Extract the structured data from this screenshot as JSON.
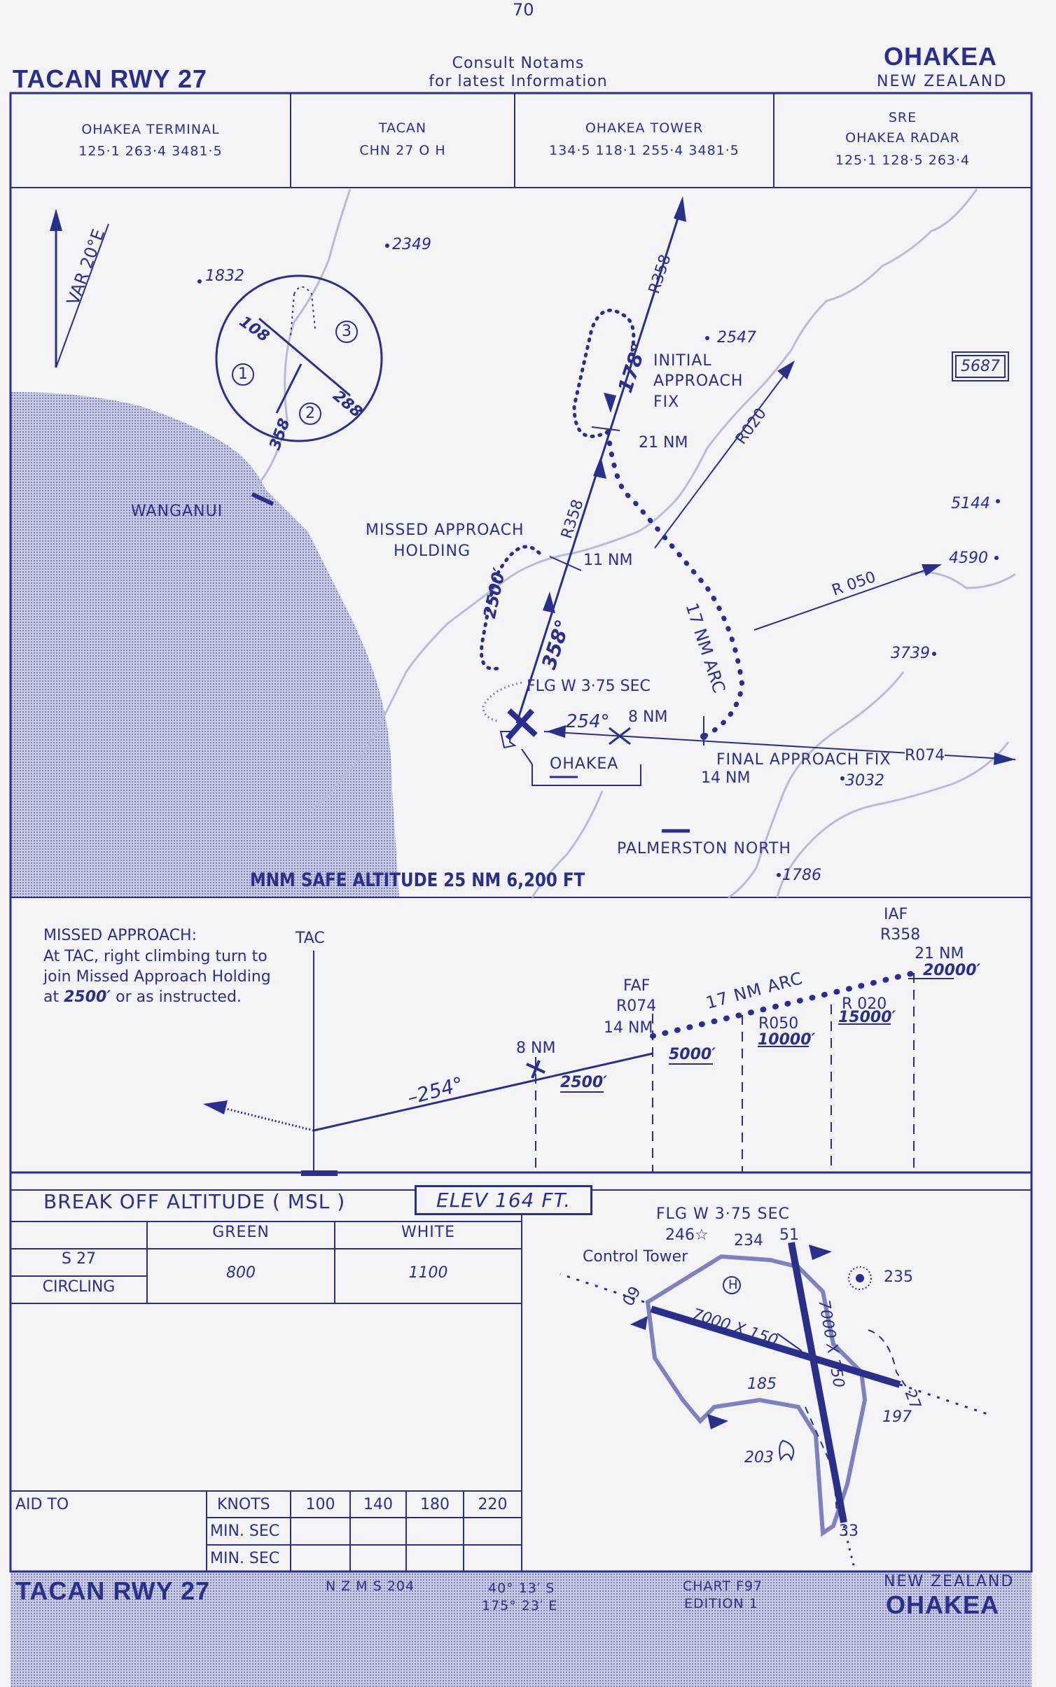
{
  "page_number": "70",
  "header": {
    "title": "TACAN RWY 27",
    "notice_line1": "Consult   Notams",
    "notice_line2": "for  latest  Information",
    "airport": "OHAKEA",
    "country": "NEW ZEALAND"
  },
  "comms": [
    {
      "name": "OHAKEA    TERMINAL",
      "freq": "125·1   263·4   3481·5"
    },
    {
      "name": "TACAN",
      "freq": "CHN  27   O H"
    },
    {
      "name": "OHAKEA   TOWER",
      "freq": "134·5  118·1  255·4  3481·5"
    },
    {
      "name": "SRE",
      "name2": "OHAKEA    RADAR",
      "freq": "125·1    128·5    263·4"
    }
  ],
  "plan": {
    "variation": "VAR 20°E",
    "holding_inset": {
      "track1": "108",
      "track2": "358",
      "track3": "288",
      "step1": "1",
      "step2": "2",
      "step3": "3"
    },
    "spot_heights": [
      "2349",
      "1832",
      "2547",
      "5687",
      "5144",
      "4590",
      "3739",
      "3032",
      "1786"
    ],
    "wanganui": "WANGANUI",
    "initial_fix_1": "INITIAL",
    "initial_fix_2": "APPROACH",
    "initial_fix_3": "FIX",
    "nm21": "21 NM",
    "nm11": "11 NM",
    "missed_holding_1": "MISSED APPROACH",
    "missed_holding_2": "HOLDING",
    "r358": "R358",
    "r020": "R020",
    "r050": "R 050",
    "r074": "R074",
    "crs178": "178°",
    "crs358": "358°",
    "alt2500": "2500′",
    "arc17": "17 NM ARC",
    "flg": "FLG W 3·75 SEC",
    "crs254": "254°",
    "nm8": "8 NM",
    "ohakea": "OHAKEA",
    "faf_1": "FINAL APPROACH FIX",
    "faf_2": "14 NM",
    "palmerston": "PALMERSTON NORTH",
    "msa": "MNM SAFE ALTITUDE 25 NM  6,200 FT"
  },
  "profile": {
    "missed_1": "MISSED APPROACH:",
    "missed_2": "At TAC, right climbing turn to",
    "missed_3": "join Missed Approach Holding",
    "missed_4a": "at ",
    "missed_4b": "2500′",
    "missed_4c": " or as instructed.",
    "tac": "TAC",
    "iaf": "IAF",
    "iaf_r": "R358",
    "iaf_nm": "21 NM",
    "iaf_alt": "20000′",
    "faf": "FAF",
    "faf_r": "R074",
    "faf_nm": "14 NM",
    "faf_alt": "5000′",
    "arc": "17 NM  ARC",
    "r050": "R050",
    "alt10000": "10000′",
    "r020": "R 020",
    "alt15000": "15000′",
    "nm8": "8 NM",
    "alt2500": "2500′",
    "crs": "254°"
  },
  "minima": {
    "title": "BREAK  OFF  ALTITUDE  ( MSL )",
    "elev": "ELEV   164     FT.",
    "col_green": "GREEN",
    "col_white": "WHITE",
    "row1": "S  27",
    "row2": "CIRCLING",
    "green": "800",
    "white": "1100"
  },
  "timing": {
    "aid": "AID TO",
    "knots": "KNOTS",
    "speeds": [
      "100",
      "140",
      "180",
      "220"
    ],
    "minsec1": "MIN. SEC",
    "minsec2": "MIN. SEC"
  },
  "aerodrome": {
    "flg": "FLG W 3·75  SEC",
    "elev246": "246☆",
    "e234": "234",
    "rwy51": "51",
    "tower": "Control Tower",
    "e235": "235",
    "rwy_dims1": "7000  X  150",
    "rwy_dims2": "7000  X  150",
    "e185": "185",
    "e197": "197",
    "e203": "203",
    "rwy09": "09",
    "rwy27": "27",
    "rwy33": "33",
    "heli": "H"
  },
  "footer": {
    "title": "TACAN RWY 27",
    "nzms": "N Z M S   204",
    "lat": "40° 13′ S",
    "lon": "175° 23′ E",
    "chart": "CHART F97",
    "edition": "EDITION  1",
    "country": "NEW  ZEALAND",
    "airport": "OHAKEA"
  }
}
